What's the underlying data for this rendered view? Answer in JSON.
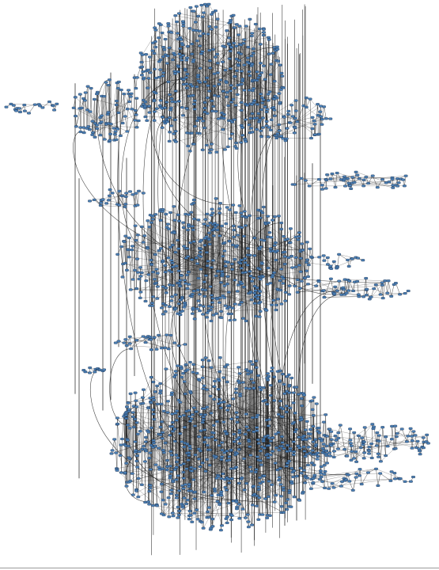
{
  "diagram": {
    "kind": "dependency-graph",
    "layout": "hierarchical-vertical",
    "labels_legible": false,
    "node_shape": "small-rounded-rectangle",
    "edge_style": "thin-straight-and-curved-lines",
    "colors": {
      "background": "#ffffff",
      "node_fill": "#4a7fb5",
      "node_stroke": "#1c2f4a",
      "edge": "#1a1a1a"
    },
    "clusters": [
      {
        "id": "c1",
        "density": 0.7
      },
      {
        "id": "c2",
        "density": 0.9
      },
      {
        "id": "c3",
        "density": 1.0
      },
      {
        "id": "c4",
        "density": 0.8
      },
      {
        "id": "c5",
        "density": 0.9
      },
      {
        "id": "c6",
        "density": 0.8
      },
      {
        "id": "c7",
        "density": 0.7
      },
      {
        "id": "c8",
        "density": 0.9
      },
      {
        "id": "c9",
        "density": 1.0
      },
      {
        "id": "c10",
        "density": 0.8
      },
      {
        "id": "c11",
        "density": 0.7
      },
      {
        "id": "c12",
        "density": 0.9
      },
      {
        "id": "c13",
        "density": 1.0
      },
      {
        "id": "c14",
        "density": 0.6
      }
    ]
  }
}
